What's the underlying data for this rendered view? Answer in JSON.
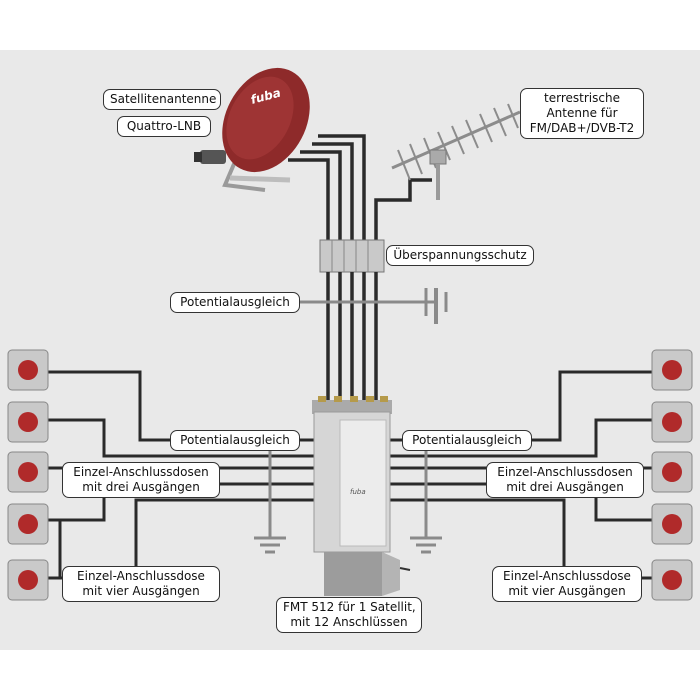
{
  "labels": {
    "satellite_antenna": "Satellitenantenne",
    "quattro_lnb": "Quattro-LNB",
    "terrestrial_line1": "terrestrische",
    "terrestrial_line2": "Antenne für",
    "terrestrial_line3": "FM/DAB+/DVB-T2",
    "surge_protection": "Überspannungsschutz",
    "potential_top": "Potentialausgleich",
    "potential_left": "Potentialausgleich",
    "potential_right": "Potentialausgleich",
    "single_left_line1": "Einzel-Anschlussdosen",
    "single_left_line2": "mit drei Ausgängen",
    "single_right_line1": "Einzel-Anschlussdosen",
    "single_right_line2": "mit drei Ausgängen",
    "four_left_line1": "Einzel-Anschlussdose",
    "four_left_line2": "mit vier Ausgängen",
    "four_right_line1": "Einzel-Anschlussdose",
    "four_right_line2": "mit vier Ausgängen",
    "multiswitch_line1": "FMT 512 für 1 Satellit,",
    "multiswitch_line2": "mit 12 Anschlüssen"
  },
  "dish_logo": "fuba",
  "switch_logo": "fuba",
  "colors": {
    "background": "#e9e9e9",
    "dish": "#8e2a2a",
    "cable": "#2a2a2a",
    "ground": "#8a8a8a",
    "switch_body": "#c9c9c9"
  }
}
